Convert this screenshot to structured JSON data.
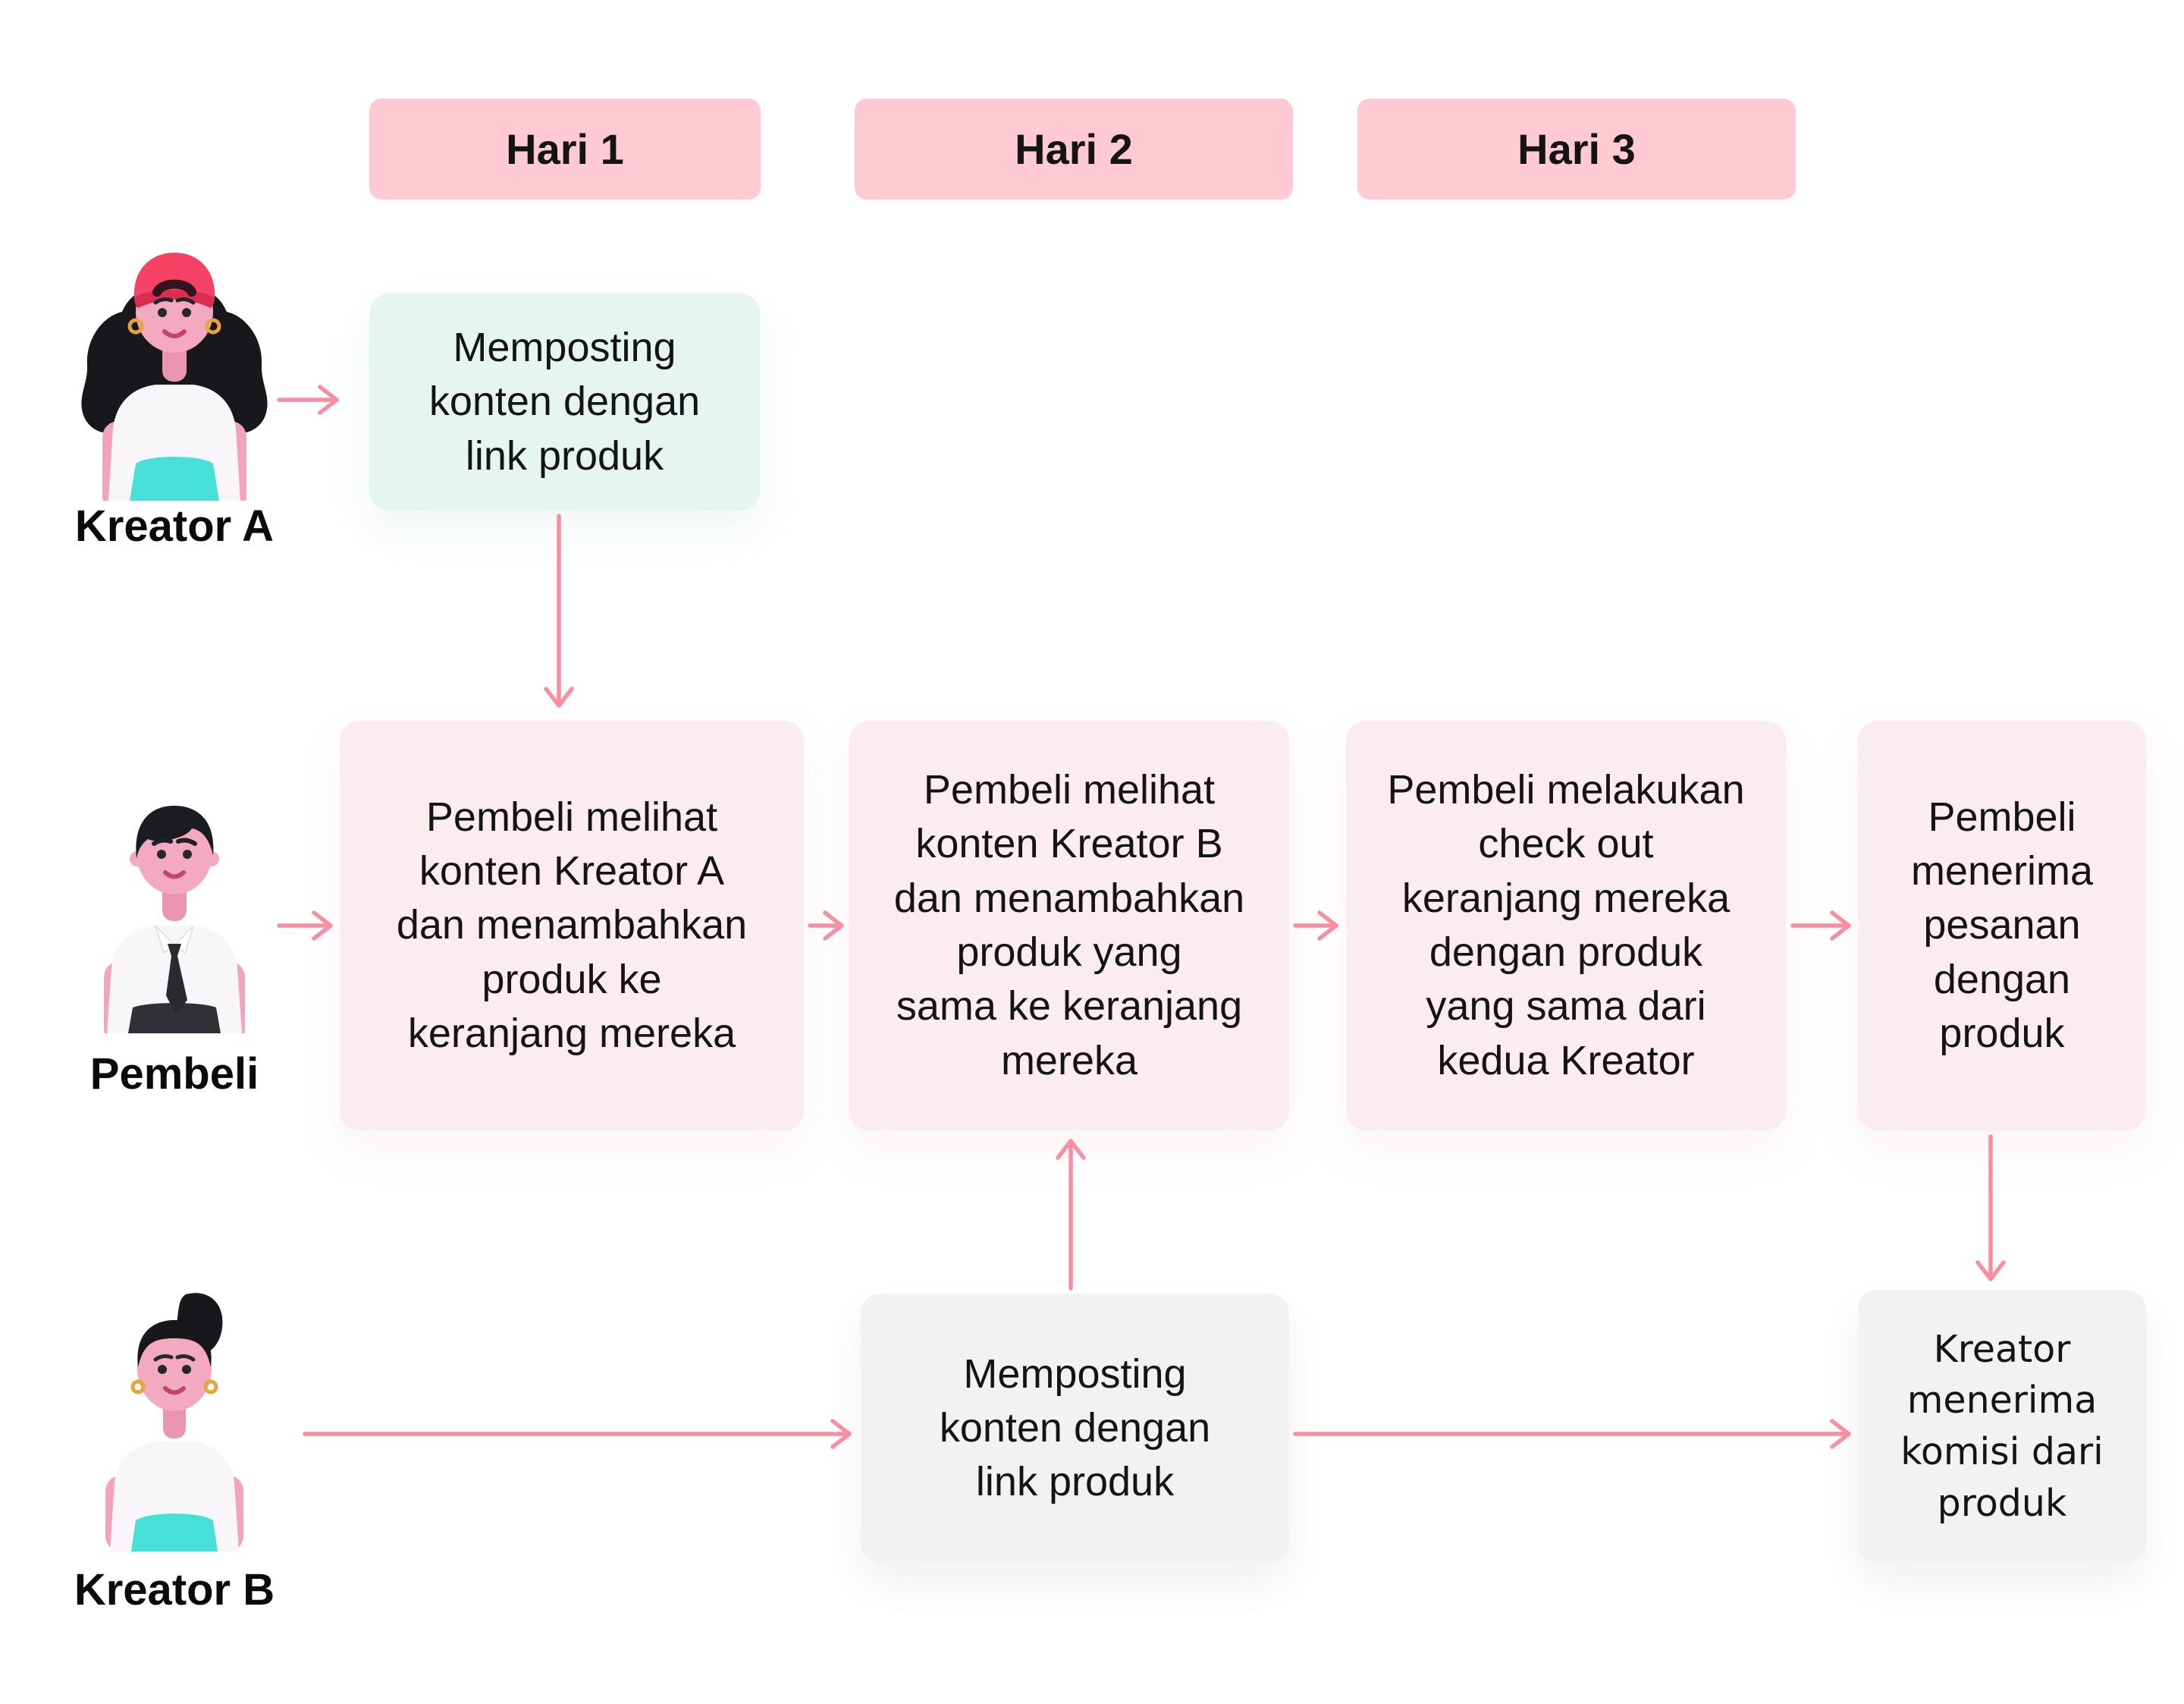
{
  "colors": {
    "day_header_pink": "#FFCAD3",
    "step_pink": "#FBEDEF",
    "step_mint": "#E6F5F2",
    "step_gray": "#F2F2F3",
    "arrow_pink": "#F88FA1",
    "text": "#141415",
    "avatar_skin": "#F3A9BF",
    "avatar_hair": "#17171C",
    "avatar_cap_red": "#F54263",
    "avatar_teal_clothing": "#47E0D9"
  },
  "timeline": {
    "days": [
      {
        "label": "Hari 1"
      },
      {
        "label": "Hari 2"
      },
      {
        "label": "Hari 3"
      }
    ]
  },
  "actors": [
    {
      "label": "Kreator A"
    },
    {
      "label": "Pembeli"
    },
    {
      "label": "Kreator B"
    }
  ],
  "steps": {
    "kreator_a_post": {
      "text": "Memposting\nkonten dengan\nlink produk"
    },
    "pembeli_day1": {
      "text": "Pembeli melihat\nkonten Kreator A\ndan menambahkan\nproduk ke\nkeranjang mereka"
    },
    "pembeli_day2": {
      "text": "Pembeli melihat\nkonten Kreator B\ndan menambahkan\nproduk yang\nsama ke keranjang\nmereka"
    },
    "pembeli_day3": {
      "text": "Pembeli melakukan\ncheck out\nkeranjang mereka\ndengan produk\nyang sama dari\nkedua Kreator"
    },
    "pembeli_receive": {
      "text": "Pembeli\nmenerima\npesanan\ndengan\nproduk"
    },
    "kreator_b_post": {
      "text": "Memposting\nkonten dengan\nlink produk"
    },
    "kreator_commission": {
      "text": "Kreator\nmenerima\nkomisi dari\nproduk"
    }
  }
}
